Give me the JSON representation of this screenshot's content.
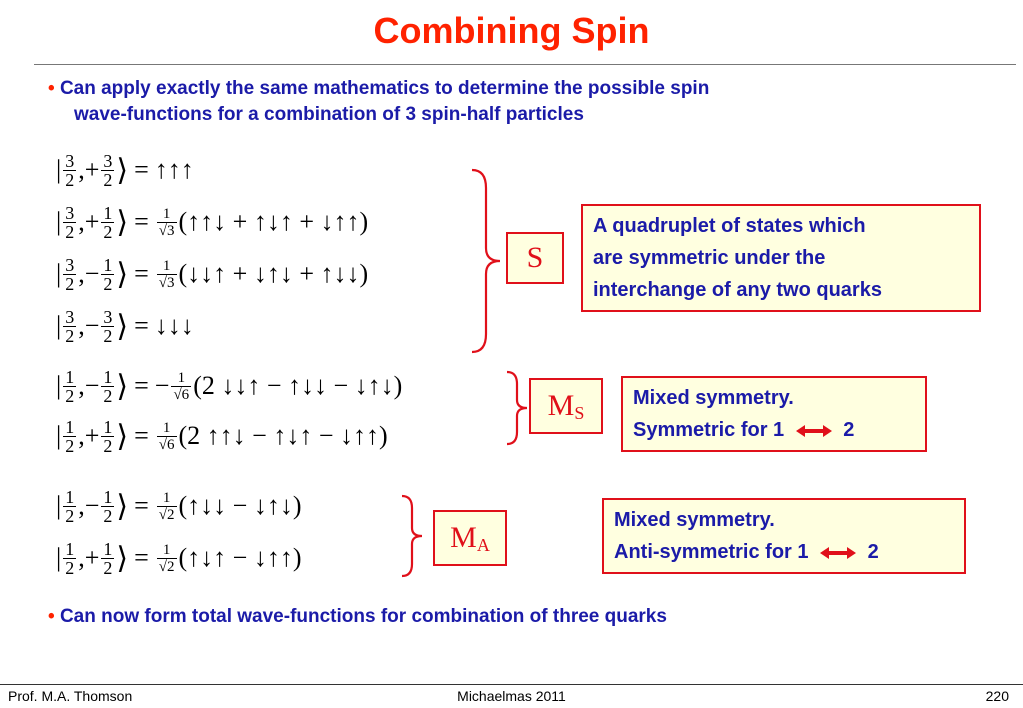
{
  "slide": {
    "title": "Combining Spin",
    "bullet1_line1": "Can apply exactly the same mathematics to determine the possible spin",
    "bullet1_line2": "wave-functions for a combination of 3 spin-half particles",
    "bullet2": "Can now form total wave-functions for combination of three quarks",
    "bullet_marker": "•"
  },
  "equations": [
    {
      "j_num": "3",
      "j_den": "2",
      "m_sign": "+",
      "m_num": "3",
      "m_den": "2",
      "prefactor_sign": "",
      "prefactor_num": "",
      "prefactor_den": "",
      "rhs": "↑↑↑"
    },
    {
      "j_num": "3",
      "j_den": "2",
      "m_sign": "+",
      "m_num": "1",
      "m_den": "2",
      "prefactor_sign": "",
      "prefactor_num": "1",
      "prefactor_den": "√3",
      "rhs": "(↑↑↓ + ↑↓↑ + ↓↑↑)"
    },
    {
      "j_num": "3",
      "j_den": "2",
      "m_sign": "−",
      "m_num": "1",
      "m_den": "2",
      "prefactor_sign": "",
      "prefactor_num": "1",
      "prefactor_den": "√3",
      "rhs": "(↓↓↑ + ↓↑↓ + ↑↓↓)"
    },
    {
      "j_num": "3",
      "j_den": "2",
      "m_sign": "−",
      "m_num": "3",
      "m_den": "2",
      "prefactor_sign": "",
      "prefactor_num": "",
      "prefactor_den": "",
      "rhs": "↓↓↓"
    },
    {
      "j_num": "1",
      "j_den": "2",
      "m_sign": "−",
      "m_num": "1",
      "m_den": "2",
      "prefactor_sign": "−",
      "prefactor_num": "1",
      "prefactor_den": "√6",
      "rhs": "(2 ↓↓↑ − ↑↓↓ − ↓↑↓)"
    },
    {
      "j_num": "1",
      "j_den": "2",
      "m_sign": "+",
      "m_num": "1",
      "m_den": "2",
      "prefactor_sign": "",
      "prefactor_num": "1",
      "prefactor_den": "√6",
      "rhs": "(2 ↑↑↓ − ↑↓↑ − ↓↑↑)"
    },
    {
      "j_num": "1",
      "j_den": "2",
      "m_sign": "−",
      "m_num": "1",
      "m_den": "2",
      "prefactor_sign": "",
      "prefactor_num": "1",
      "prefactor_den": "√2",
      "rhs": "(↑↓↓ − ↓↑↓)"
    },
    {
      "j_num": "1",
      "j_den": "2",
      "m_sign": "+",
      "m_num": "1",
      "m_den": "2",
      "prefactor_sign": "",
      "prefactor_num": "1",
      "prefactor_den": "√2",
      "rhs": "(↑↓↑ − ↓↑↑)"
    }
  ],
  "notation": {
    "ket_open": "|",
    "ket_close": "⟩",
    "comma": ",",
    "equals": "="
  },
  "groups": {
    "s": {
      "label": "S",
      "desc_line1": "A quadruplet of states which",
      "desc_line2": "are symmetric under the",
      "desc_line3": "interchange of any two quarks"
    },
    "ms": {
      "label_main": "M",
      "label_sub": "S",
      "desc_line1": "Mixed symmetry.",
      "desc_prefix": "Symmetric for  1",
      "desc_suffix": "2"
    },
    "ma": {
      "label_main": "M",
      "label_sub": "A",
      "desc_line1": "Mixed symmetry.",
      "desc_prefix": "Anti-symmetric for  1",
      "desc_suffix": "2"
    }
  },
  "footer": {
    "author": "Prof. M.A. Thomson",
    "term": "Michaelmas 2011",
    "page": "220"
  },
  "colors": {
    "title": "#ff2200",
    "bullet_text": "#1b1ba8",
    "box_border": "#e0101a",
    "box_fill": "#ffffe0"
  }
}
